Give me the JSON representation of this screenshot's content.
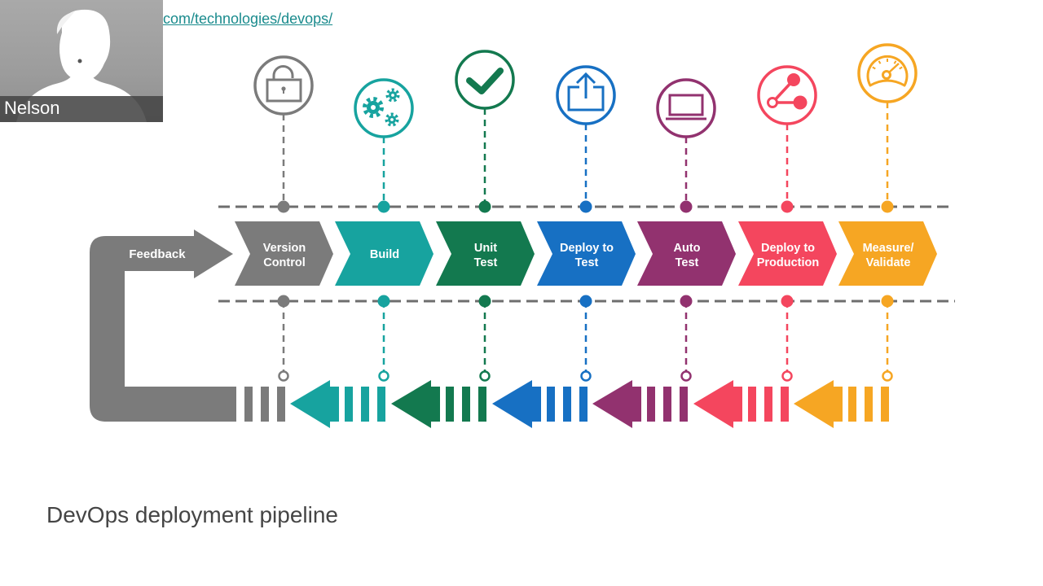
{
  "video_tile": {
    "participant_name": "Nelson"
  },
  "link": {
    "text": "com/technologies/devops/"
  },
  "diagram": {
    "feedback_label": "Feedback",
    "timeline_color": "#6e6e6e",
    "stages": [
      {
        "id": "version-control",
        "lines": [
          "Version",
          "Control"
        ],
        "icon": "unlock-icon",
        "color": "#7b7b7b"
      },
      {
        "id": "build",
        "lines": [
          "Build"
        ],
        "icon": "gears-icon",
        "color": "#17a39f"
      },
      {
        "id": "unit-test",
        "lines": [
          "Unit",
          "Test"
        ],
        "icon": "checkmark-icon",
        "color": "#13794f"
      },
      {
        "id": "deploy-to-test",
        "lines": [
          "Deploy to",
          "Test"
        ],
        "icon": "upload-icon",
        "color": "#1770c3"
      },
      {
        "id": "auto-test",
        "lines": [
          "Auto",
          "Test"
        ],
        "icon": "laptop-icon",
        "color": "#92326f"
      },
      {
        "id": "deploy-to-production",
        "lines": [
          "Deploy to",
          "Production"
        ],
        "icon": "share-icon",
        "color": "#f4465e"
      },
      {
        "id": "measure-validate",
        "lines": [
          "Measure/",
          "Validate"
        ],
        "icon": "speedometer-icon",
        "color": "#f6a623"
      }
    ]
  },
  "caption": "DevOps deployment pipeline"
}
